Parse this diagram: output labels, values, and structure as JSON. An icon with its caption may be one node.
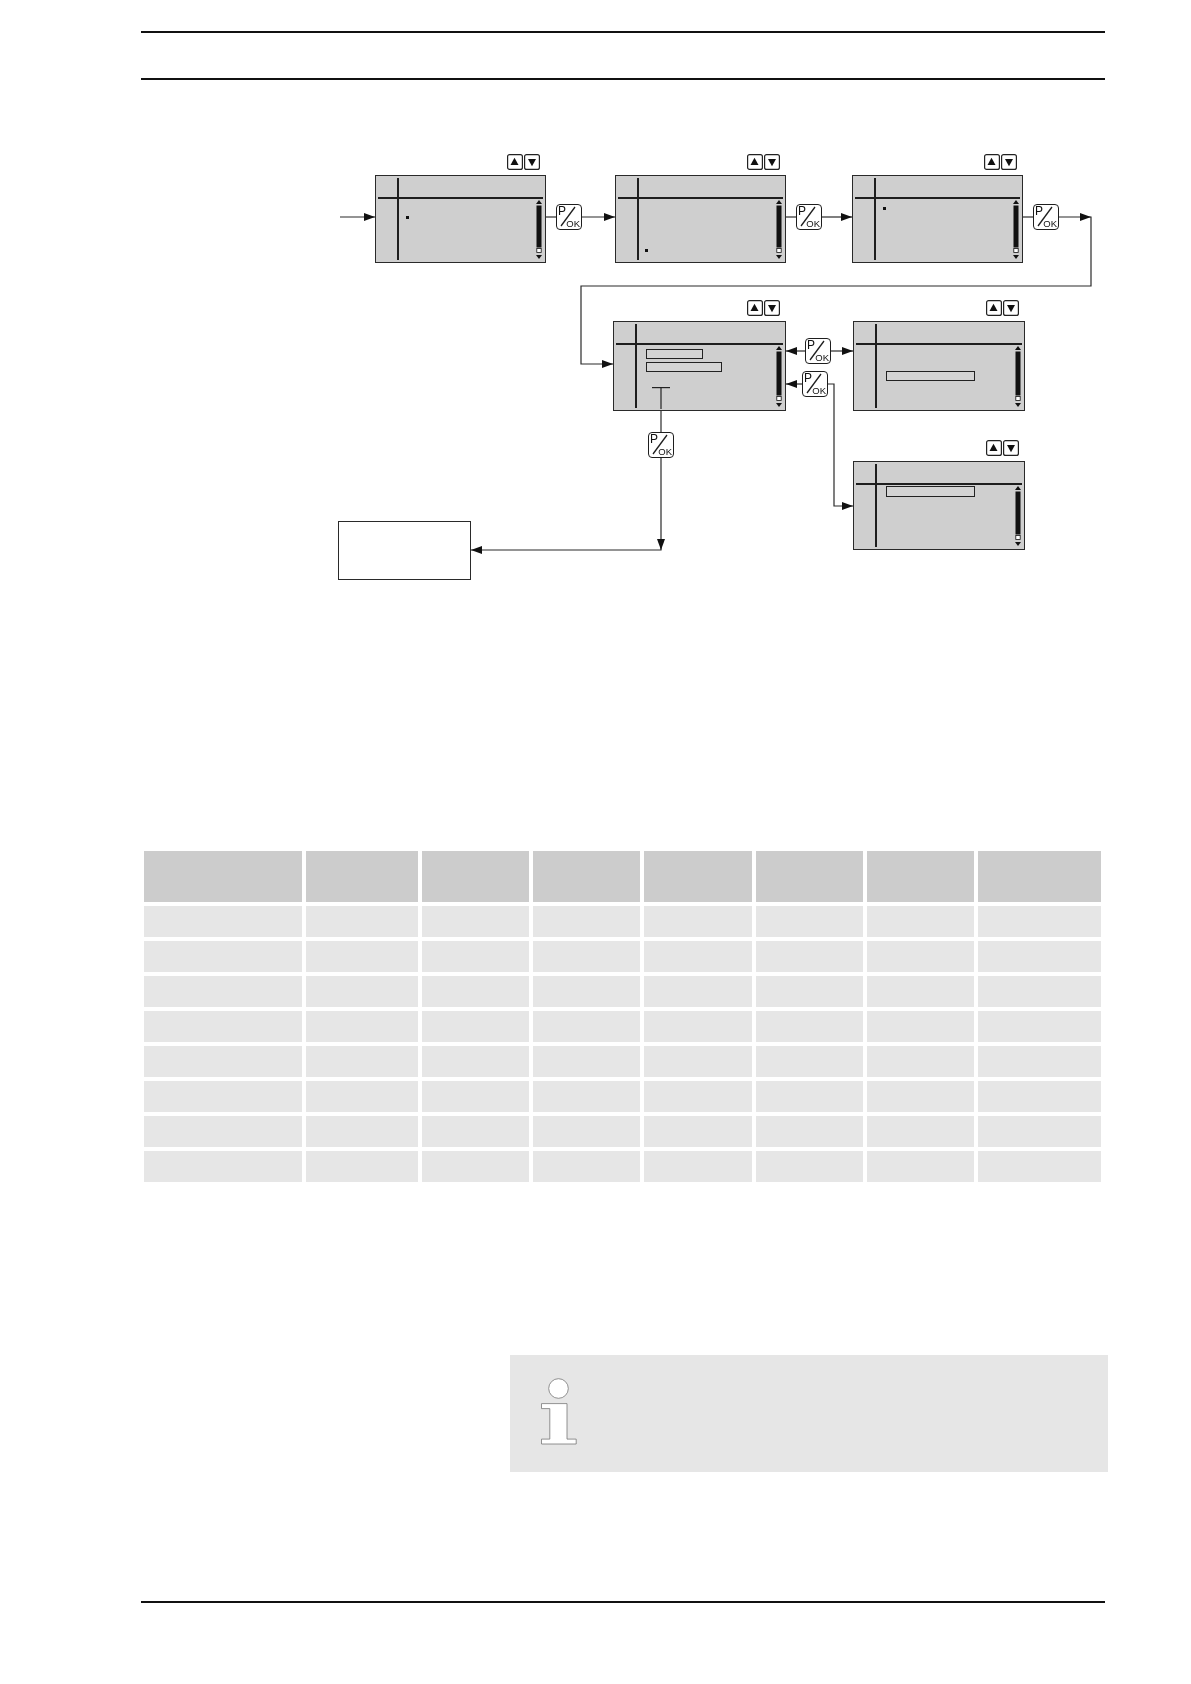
{
  "diagram": {
    "nodes": [
      {
        "text": [],
        "shape": "box"
      },
      {
        "text": [
          "P",
          "OK"
        ]
      },
      {
        "text": [],
        "shape": "box"
      },
      {
        "text": [
          "P",
          "OK"
        ]
      },
      {
        "text": [],
        "shape": "box"
      },
      {
        "text": [
          "P",
          "OK"
        ]
      },
      {
        "text": [],
        "shape": "box"
      },
      {
        "text": [
          "P",
          "OK"
        ]
      },
      {
        "text": [],
        "shape": "box"
      },
      {
        "text": [
          "P",
          "OK"
        ]
      },
      {
        "text": [],
        "shape": "box"
      },
      {
        "text": [
          "P",
          "OK"
        ]
      },
      {
        "text": [],
        "shape": "box"
      }
    ],
    "edges": [
      {
        "from": null,
        "to": 0,
        "arrow": "to"
      },
      {
        "from": 0,
        "to": 1,
        "arrow": "none"
      },
      {
        "from": 1,
        "to": 2,
        "arrow": "to"
      },
      {
        "from": 2,
        "to": 3,
        "arrow": "none"
      },
      {
        "from": 3,
        "to": 4,
        "arrow": "to"
      },
      {
        "from": 4,
        "to": 5,
        "arrow": "none"
      },
      {
        "from": 5,
        "to": 6,
        "arrow": "to"
      },
      {
        "from": 7,
        "to": 6,
        "arrow": "to"
      },
      {
        "from": 7,
        "to": 8,
        "arrow": "to"
      },
      {
        "from": 9,
        "to": 6,
        "arrow": "to"
      },
      {
        "from": 9,
        "to": 10,
        "arrow": "to"
      },
      {
        "from": 6,
        "to": 11,
        "arrow": "none"
      },
      {
        "from": 11,
        "to": 12,
        "arrow": "to"
      }
    ]
  }
}
